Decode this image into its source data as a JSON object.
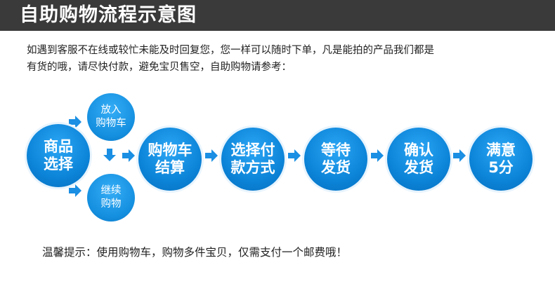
{
  "header": {
    "title": "自助购物流程示意图"
  },
  "intro": {
    "line1": "如遇到客服不在线或较忙未能及时回复您，您一样可以随时下单，凡是能拍的产品我们都是",
    "line2": "有货的哦，请尽快付款，避免宝贝售空，自助购物请参考："
  },
  "flow": {
    "start": "商品\n选择",
    "branch_top": "放入\n购物车",
    "branch_bottom": "继续\n购物",
    "steps": [
      "购物车\n结算",
      "选择付\n款方式",
      "等待\n发货",
      "确认\n发货",
      "满意\n5分"
    ]
  },
  "colors": {
    "header_bg": "#3a3a3a",
    "circle_blue": "#0c84d8",
    "arrow_blue": "#1a8fe3"
  },
  "tip": "温馨提示：使用购物车，购物多件宝贝，仅需支付一个邮费哦！"
}
